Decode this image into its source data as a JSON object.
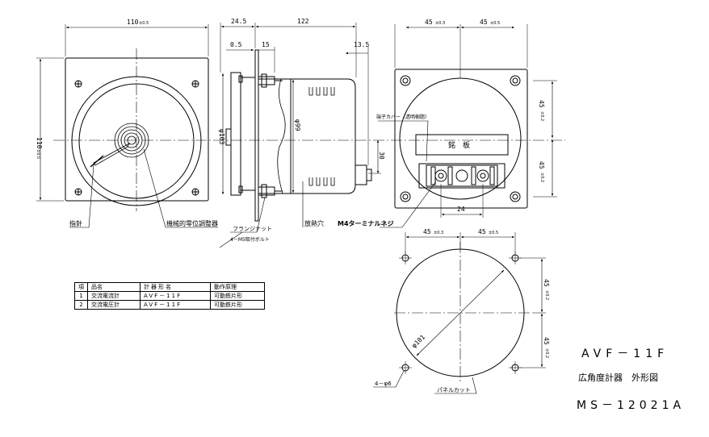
{
  "front_view": {
    "width_dim": "110",
    "width_tol": "±0.5",
    "height_dim": "110",
    "height_tol": "±0.5",
    "label_pointer": "指針",
    "label_zero_adjuster": "機械的零位調整器"
  },
  "side_view": {
    "dim_24_5": "24.5",
    "dim_122": "122",
    "dim_0_5": "0.5",
    "dim_15": "15",
    "dim_13_5": "13.5",
    "dim_dia103": "φ103",
    "dim_dia99": "φ99",
    "dim_30": "30",
    "label_flange_nut": "フランジナット",
    "label_mount_bolt": "4－M5取付ボルト",
    "label_vent": "放熱穴"
  },
  "rear_view": {
    "dim_45a": "45",
    "dim_45b": "45",
    "dim_45c": "45",
    "dim_45d": "45",
    "tol_a": "±0.3",
    "tol_b": "±0.5",
    "tol_c": "±0.2",
    "tol_d": "±0.2",
    "label_terminal_cover": "端子カバー（透明樹脂）",
    "label_nameplate": "銘　板",
    "label_terminal_screw": "M4ターミナルネジ",
    "dim_24": "24"
  },
  "panel_cut": {
    "dim_45a": "45",
    "dim_45b": "45",
    "dim_45c": "45",
    "dim_45d": "45",
    "tol_a": "±0.3",
    "tol_b": "±0.5",
    "tol_c": "±0.2",
    "tol_d": "±0.2",
    "dim_dia101": "φ101",
    "label_holes": "4－φ6",
    "label_panel_cut": "パネルカット"
  },
  "table": {
    "headers": [
      "項",
      "品名",
      "計器形名",
      "動作原理"
    ],
    "rows": [
      [
        "1",
        "交流電流計",
        "AVF－11F",
        "可動鉄片形"
      ],
      [
        "2",
        "交流電圧計",
        "AVF－11F",
        "可動鉄片形"
      ]
    ]
  },
  "title_block": {
    "model": "AVF－11F",
    "name": "広角度計器　外形図",
    "drawing_no": "MS－12021A"
  }
}
